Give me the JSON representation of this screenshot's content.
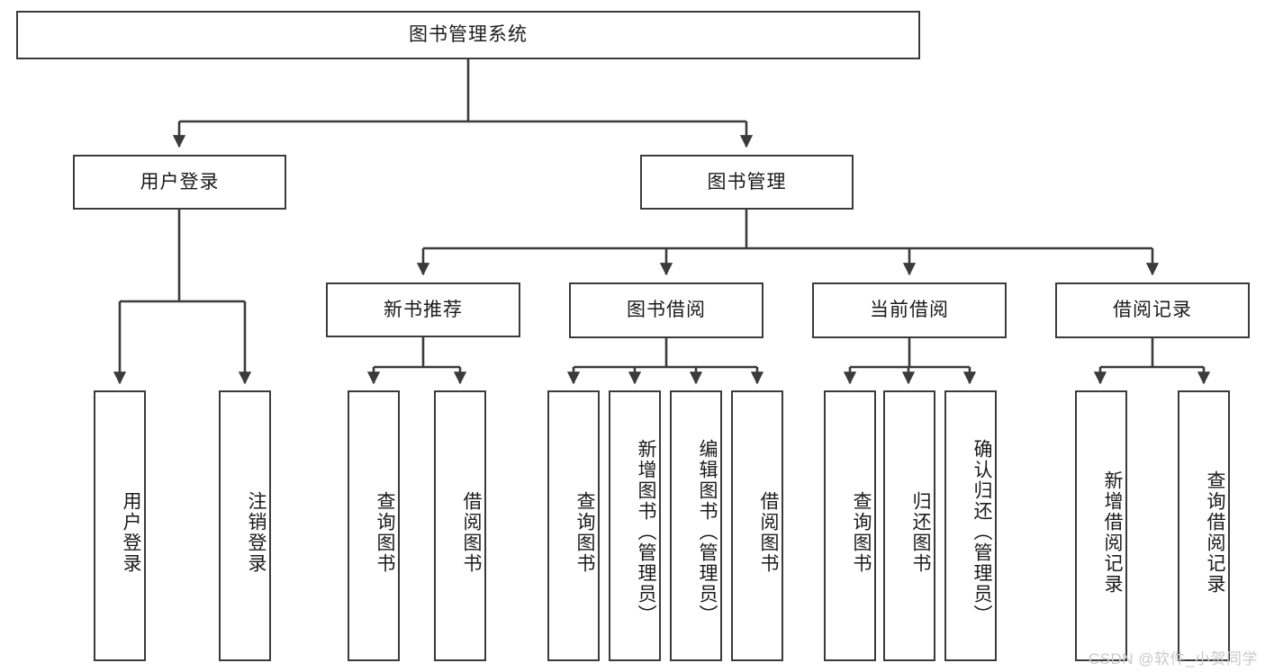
{
  "diagram": {
    "title": "图书管理系统",
    "background_color": "#ffffff",
    "line_color": "#3b3b3b",
    "box_border_color": "#3b3b3b",
    "text_color": "#1b1b1b",
    "root": {
      "label": "图书管理系统"
    },
    "level2": [
      {
        "label": "用户登录"
      },
      {
        "label": "图书管理"
      }
    ],
    "level3": [
      {
        "label": "新书推荐"
      },
      {
        "label": "图书借阅"
      },
      {
        "label": "当前借阅"
      },
      {
        "label": "借阅记录"
      }
    ],
    "leaves": {
      "user_login": [
        {
          "label": "用户登录"
        },
        {
          "label": "注销登录"
        }
      ],
      "new_book_recommend": [
        {
          "label": "查询图书"
        },
        {
          "label": "借阅图书"
        }
      ],
      "book_borrow": [
        {
          "label": "查询图书"
        },
        {
          "label": "新增图书（管理员）"
        },
        {
          "label": "编辑图书（管理员）"
        },
        {
          "label": "借阅图书"
        }
      ],
      "current_borrow": [
        {
          "label": "查询图书"
        },
        {
          "label": "归还图书"
        },
        {
          "label": "确认归还（管理员）"
        }
      ],
      "borrow_record": [
        {
          "label": "新增借阅记录"
        },
        {
          "label": "查询借阅记录"
        }
      ]
    }
  },
  "watermark": {
    "text": "CSDN @软件_小贺同学"
  }
}
